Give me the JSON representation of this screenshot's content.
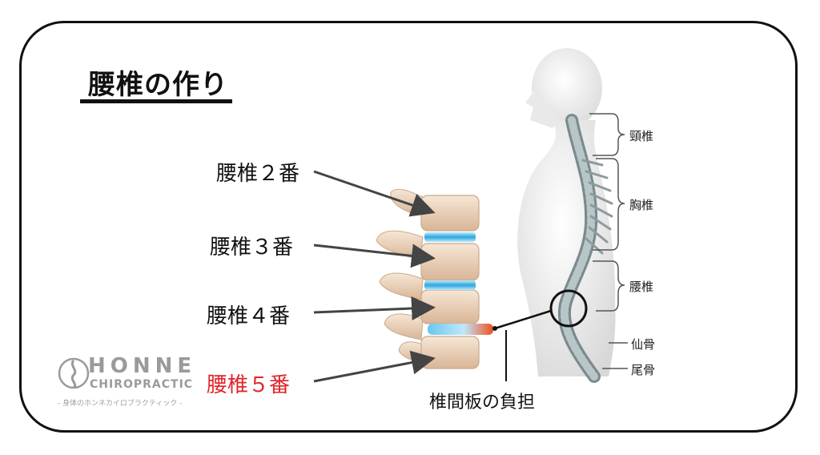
{
  "title": "腰椎の作り",
  "vertebra_labels": {
    "l2": "腰椎２番",
    "l3": "腰椎３番",
    "l4": "腰椎４番",
    "l5": "腰椎５番"
  },
  "disc_caption": "椎間板の負担",
  "spine_regions": {
    "cervical": "頸椎",
    "thoracic": "胸椎",
    "lumbar": "腰椎",
    "sacrum": "仙骨",
    "coccyx": "尾骨"
  },
  "logo": {
    "word": "HONNE",
    "sub": "CHIROPRACTIC",
    "tagline": "- 身体のホンネカイロプラクティック -"
  },
  "colors": {
    "highlight_label": "#e0242a",
    "disc_blue": "#2aa7e0",
    "disc_stress": "#f0501e",
    "bone": "#e8d2b8"
  }
}
